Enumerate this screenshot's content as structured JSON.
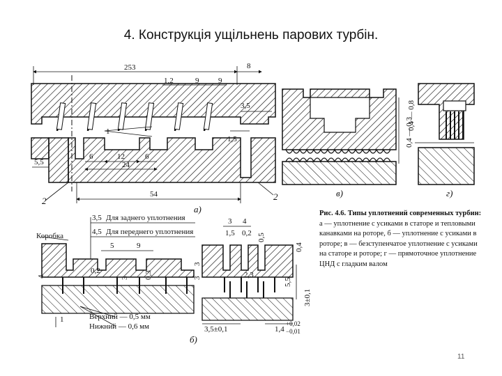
{
  "slide": {
    "title": "4. Конструкція ущільнень парових турбін.",
    "page_number": "11"
  },
  "figure_a": {
    "dims": {
      "total": "253",
      "right_w": "8",
      "pitch_left": "1,2",
      "pitch_a": "9",
      "pitch_b": "9",
      "gap_35": "3,5",
      "gap_15": "1,5",
      "left_55": "5,5",
      "step_6a": "6",
      "step_12": "12",
      "step_6b": "6",
      "step_24": "24",
      "bottom_54": "54"
    },
    "callouts": {
      "c1": "1",
      "c2a": "2",
      "c2b": "2"
    },
    "label": "а)"
  },
  "figure_b": {
    "note_rear": "Для заднего уплотнения",
    "note_front": "Для переднего уплотнения",
    "dim_rear": "3,5",
    "dim_front": "4,5",
    "box_label": "Коробка",
    "dims": {
      "d5": "5",
      "d9": "9",
      "d4": "4",
      "d02": "0,2",
      "d3": "3",
      "d03": "0,3",
      "d1": "1"
    },
    "upper": "Верхний — 0,5 мм",
    "lower": "Нижний — 0,6 мм",
    "label": "б)"
  },
  "figure_v": {
    "dims": {
      "d3": "3",
      "d4": "4",
      "d15": "1,5",
      "d02": "0,2",
      "d05": "0,5",
      "d04": "0,4",
      "d3a": "3",
      "d3b": "3",
      "d23": "2,3",
      "d55": "5,5",
      "d3pm": "3±0,1",
      "d35pm": "3,5±0,1",
      "d14": "1,4",
      "tol_up": "+0,02",
      "tol_dn": "−0,01"
    },
    "label_e": "в)"
  },
  "figure_g": {
    "dim_08": "0,4 — 0,8",
    "dim_03": "0,4 — 0,3",
    "label": "г)"
  },
  "caption": {
    "title": "Рис. 4.6. Типы уплотнений современных турбин:",
    "body": "а — уплотнение с усиками в статоре и тепловыми канавками на роторе, б — уплотнение с усиками в роторе; в — безступенчатое уплотнение с усиками на статоре и роторе; г — прямоточное уплотнение ЦНД с гладким валом"
  },
  "colors": {
    "ink": "#111111",
    "background": "#ffffff"
  }
}
